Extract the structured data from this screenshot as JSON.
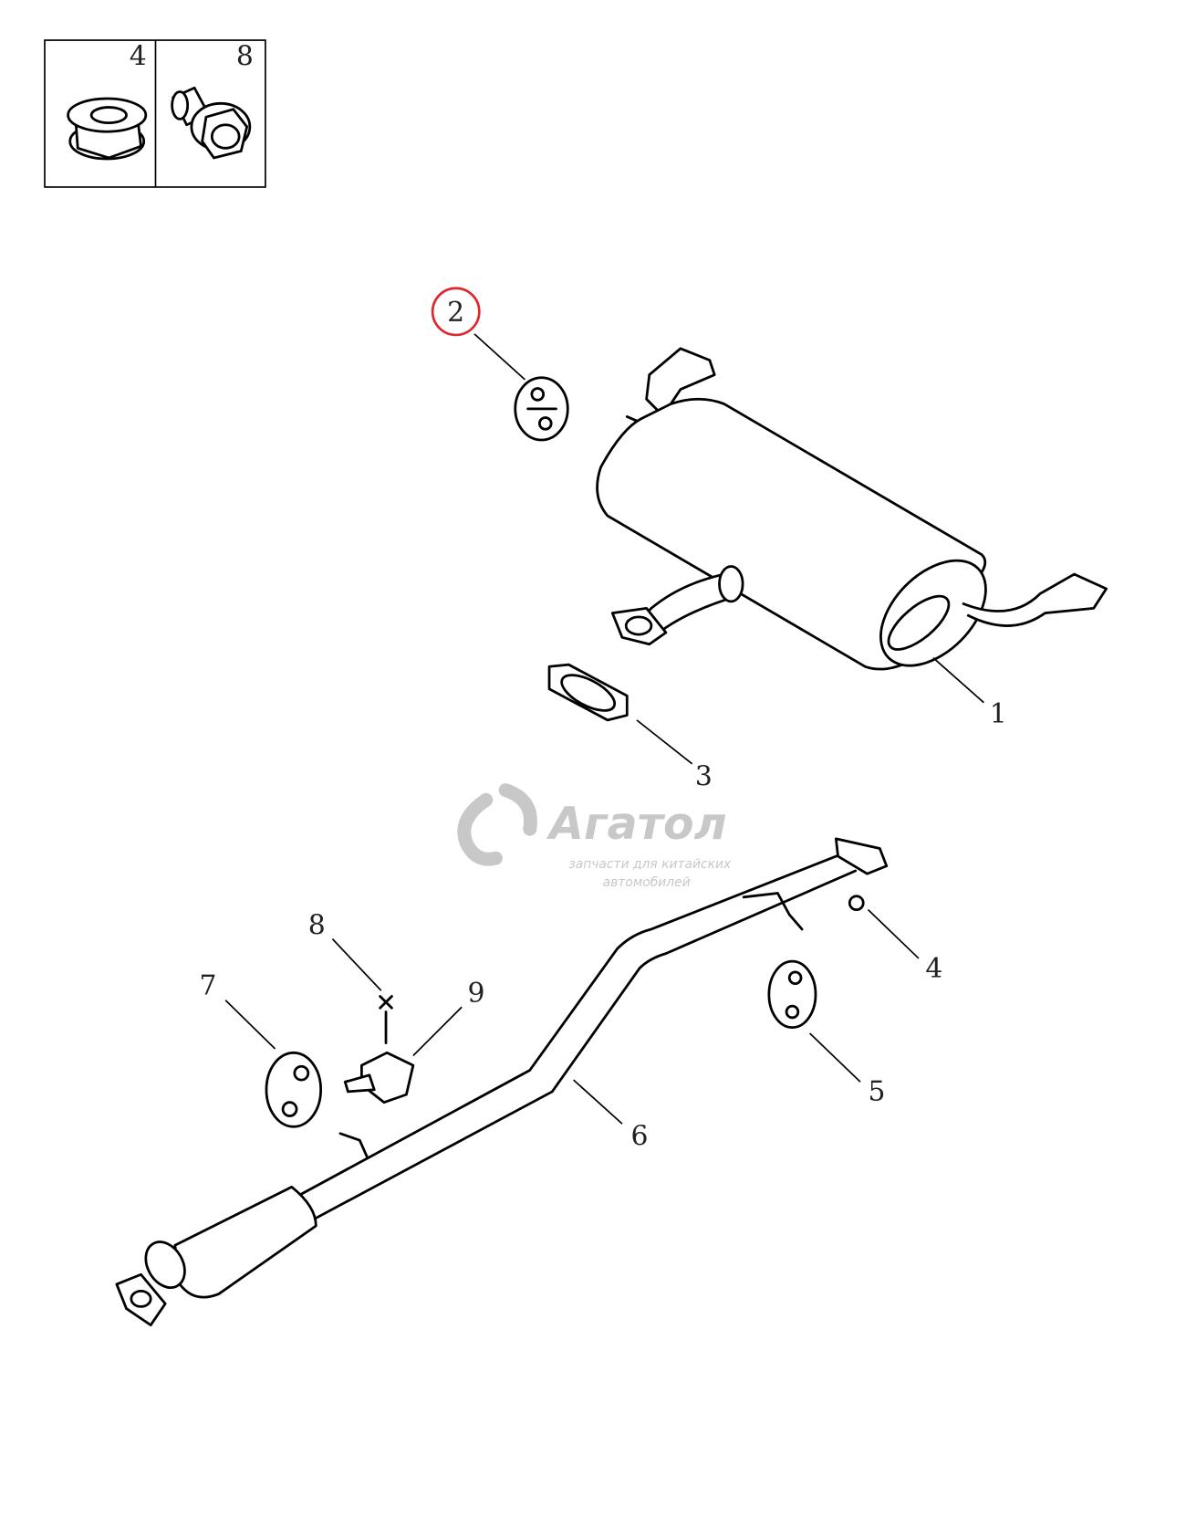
{
  "legend_box": {
    "items": [
      {
        "number": "4",
        "part": "flange-nut"
      },
      {
        "number": "8",
        "part": "flange-bolt"
      }
    ]
  },
  "callouts": {
    "c1": "1",
    "c2": "2",
    "c3": "3",
    "c4": "4",
    "c5": "5",
    "c6": "6",
    "c7": "7",
    "c8": "8",
    "c9": "9"
  },
  "highlighted_callout": "2",
  "colors": {
    "highlight": "#e0262e",
    "line": "#000000",
    "watermark": "#c8c8c8"
  },
  "watermark": {
    "brand": "Агатол",
    "tagline_1": "запчасти для китайских",
    "tagline_2": "автомобилей"
  }
}
